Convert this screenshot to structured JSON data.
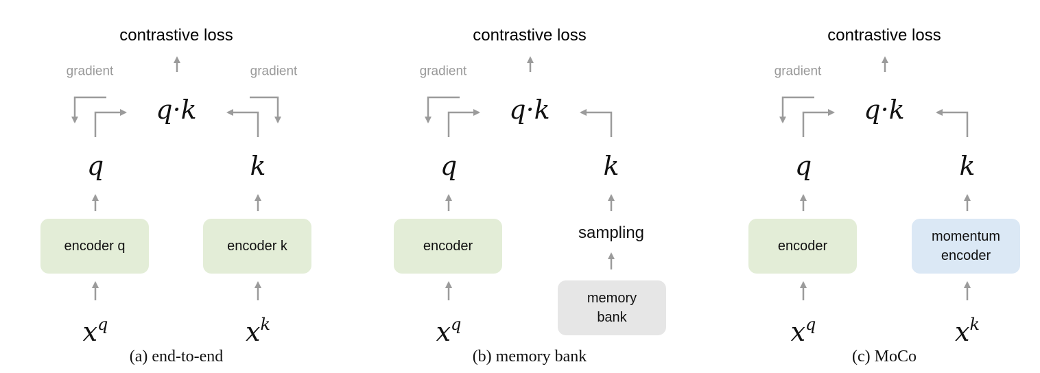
{
  "panels": {
    "a": {
      "loss": "contrastive loss",
      "grad_left": "gradient",
      "grad_right": "gradient",
      "qk": "q·k",
      "q": "q",
      "k": "k",
      "encoder_left": "encoder q",
      "encoder_right": "encoder k",
      "xq_base": "x",
      "xq_sup": "q",
      "xk_base": "x",
      "xk_sup": "k",
      "caption": "(a) end-to-end"
    },
    "b": {
      "loss": "contrastive loss",
      "grad_left": "gradient",
      "qk": "q·k",
      "q": "q",
      "k": "k",
      "encoder_left": "encoder",
      "sampling": "sampling",
      "memory_bank": "memory bank",
      "xq_base": "x",
      "xq_sup": "q",
      "caption": "(b) memory bank"
    },
    "c": {
      "loss": "contrastive loss",
      "grad_left": "gradient",
      "qk": "q·k",
      "q": "q",
      "k": "k",
      "encoder_left": "encoder",
      "encoder_right": "momentum encoder",
      "xq_base": "x",
      "xq_sup": "q",
      "xk_base": "x",
      "xk_sup": "k",
      "caption": "(c) MoCo"
    }
  },
  "colors": {
    "arrow": "#9b9b9b",
    "encoder_green": "#e3edd7",
    "momentum_blue": "#dbe8f5",
    "memory_gray": "#e6e6e6"
  }
}
